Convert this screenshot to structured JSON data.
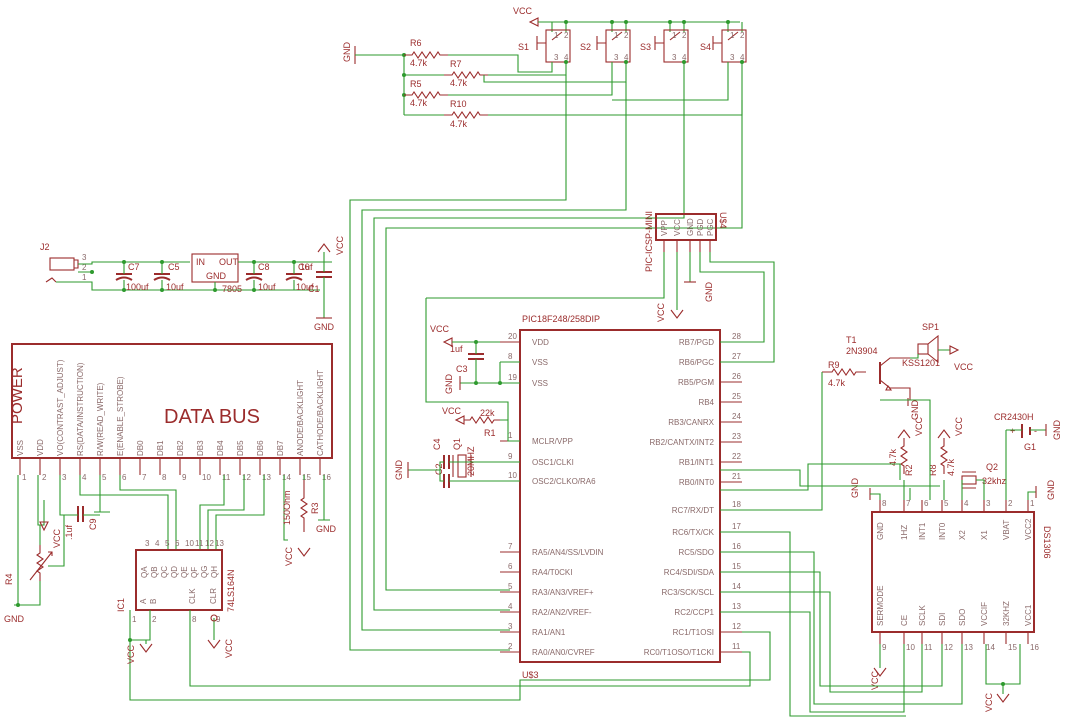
{
  "header": {
    "lcd_power": "POWER",
    "lcd_bus": "DATA BUS",
    "icsp_part": "PIC-ICSP-MINI",
    "icsp_ref": "U$4",
    "mcu_part": "PIC18F248/258DIP",
    "mcu_ref": "U$3",
    "rtc_part": "DS1306",
    "sr_part": "74LS164N",
    "sr_ref": "IC1",
    "vreg_part": "7805"
  },
  "labels": {
    "vcc": "VCC",
    "gnd": "GND",
    "j2": "J2",
    "jack_pins": [
      "3",
      "2",
      "1"
    ],
    "vreg_in": "IN",
    "vreg_out": "OUT",
    "vreg_gnd": "GND",
    "c7": "C7",
    "c7v": "100uf",
    "c5": "C5",
    "c5v": "10uf",
    "c8": "C8",
    "c8v": "10uf",
    "c6": "C6",
    "c6v": "10uf",
    "c1": "C1",
    "c1v": "1uf",
    "c3": "C3",
    "c3v": "1uf",
    "c2": "C2",
    "c4": "C4",
    "q1": "Q1",
    "q1v": "20MHZ",
    "q2": "Q2",
    "q2v": "32khz",
    "c9": "C9",
    "c9v": ".1uf",
    "r1": "R1",
    "r1v": "22k",
    "r2": "R2",
    "r2v": "4.7k",
    "r3": "R3",
    "r3v": "150Ohm",
    "r4": "R4",
    "r8": "R8",
    "r8v": "4.7k",
    "r9": "R9",
    "r9v": "4.7k",
    "r5": "R5",
    "r5v": "4.7k",
    "r6": "R6",
    "r6v": "4.7k",
    "r7": "R7",
    "r7v": "4.7k",
    "r10": "R10",
    "r10v": "4.7k",
    "t1": "T1",
    "t1v": "2N3904",
    "sp1": "SP1",
    "sp1v": "KSS1201",
    "g1": "G1",
    "g1v": "CR2430H",
    "g1_plus": "+",
    "g1_minus": "-",
    "switches": [
      "S1",
      "S2",
      "S3",
      "S4"
    ],
    "sw_pins": [
      "1",
      "2",
      "3",
      "4"
    ]
  },
  "lcd": {
    "pins": [
      {
        "name": "VSS",
        "num": "1"
      },
      {
        "name": "VDD",
        "num": "2"
      },
      {
        "name": "VO(CONTRAST_ADJUST)",
        "num": "3"
      },
      {
        "name": "RS(DATA/INSTRUCTION)",
        "num": "4"
      },
      {
        "name": "R/W(READ_WRITE)",
        "num": "5"
      },
      {
        "name": "E(ENABLE_STROBE)",
        "num": "6"
      },
      {
        "name": "DB0",
        "num": "7"
      },
      {
        "name": "DB1",
        "num": "8"
      },
      {
        "name": "DB2",
        "num": "9"
      },
      {
        "name": "DB3",
        "num": "10"
      },
      {
        "name": "DB4",
        "num": "11"
      },
      {
        "name": "DB5",
        "num": "12"
      },
      {
        "name": "DB6",
        "num": "13"
      },
      {
        "name": "DB7",
        "num": "14"
      },
      {
        "name": "ANODE/BACKLIGHT",
        "num": "15"
      },
      {
        "name": "CATHODE/BACKLIGHT",
        "num": "16"
      }
    ]
  },
  "icsp": {
    "pins": [
      "VPP",
      "VCC",
      "GND",
      "PGD",
      "PGC"
    ]
  },
  "mcu": {
    "left": [
      {
        "name": "VDD",
        "num": "20"
      },
      {
        "name": "VSS",
        "num": "8"
      },
      {
        "name": "VSS",
        "num": "19"
      },
      {
        "name": "MCLR/VPP",
        "num": "1"
      },
      {
        "name": "OSC1/CLKI",
        "num": "9"
      },
      {
        "name": "OSC2/CLKO/RA6",
        "num": "10"
      },
      {
        "name": "RA5/AN4/SS/LVDIN",
        "num": "7"
      },
      {
        "name": "RA4/T0CKI",
        "num": "6"
      },
      {
        "name": "RA3/AN3/VREF+",
        "num": "5"
      },
      {
        "name": "RA2/AN2/VREF-",
        "num": "4"
      },
      {
        "name": "RA1/AN1",
        "num": "3"
      },
      {
        "name": "RA0/AN0/CVREF",
        "num": "2"
      }
    ],
    "right": [
      {
        "name": "RB7/PGD",
        "num": "28"
      },
      {
        "name": "RB6/PGC",
        "num": "27"
      },
      {
        "name": "RB5/PGM",
        "num": "26"
      },
      {
        "name": "RB4",
        "num": "25"
      },
      {
        "name": "RB3/CANRX",
        "num": "24"
      },
      {
        "name": "RB2/CANTX/INT2",
        "num": "23"
      },
      {
        "name": "RB1/INT1",
        "num": "22"
      },
      {
        "name": "RB0/INT0",
        "num": "21"
      },
      {
        "name": "RC7/RX/DT",
        "num": "18"
      },
      {
        "name": "RC6/TX/CK",
        "num": "17"
      },
      {
        "name": "RC5/SDO",
        "num": "16"
      },
      {
        "name": "RC4/SDI/SDA",
        "num": "15"
      },
      {
        "name": "RC3/SCK/SCL",
        "num": "14"
      },
      {
        "name": "RC2/CCP1",
        "num": "13"
      },
      {
        "name": "RC1/T1OSI",
        "num": "12"
      },
      {
        "name": "RC0/T1OSO/T1CKI",
        "num": "11"
      }
    ]
  },
  "rtc": {
    "top": [
      {
        "name": "GND",
        "num": "8"
      },
      {
        "name": "1HZ",
        "num": "7"
      },
      {
        "name": "INT1",
        "num": "6"
      },
      {
        "name": "INT0",
        "num": "5"
      },
      {
        "name": "X2",
        "num": "4"
      },
      {
        "name": "X1",
        "num": "3"
      },
      {
        "name": "VBAT",
        "num": "2"
      },
      {
        "name": "VCC2",
        "num": "1"
      }
    ],
    "bottom": [
      {
        "name": "SERMODE",
        "num": "9"
      },
      {
        "name": "CE",
        "num": "10"
      },
      {
        "name": "SCLK",
        "num": "11"
      },
      {
        "name": "SDI",
        "num": "12"
      },
      {
        "name": "SDO",
        "num": "13"
      },
      {
        "name": "VCCIF",
        "num": "14"
      },
      {
        "name": "32KHZ",
        "num": "15"
      },
      {
        "name": "VCC1",
        "num": "16"
      }
    ]
  },
  "sr": {
    "outputs": [
      "QA",
      "QB",
      "QC",
      "QD",
      "QE",
      "QF",
      "QG",
      "QH"
    ],
    "output_nums": [
      "3",
      "4",
      "5",
      "6",
      "10",
      "11",
      "12",
      "13"
    ],
    "inputs": [
      "A",
      "B",
      "CLK",
      "CLR"
    ],
    "input_nums": [
      "1",
      "2",
      "8",
      "9"
    ]
  },
  "colors": {
    "wire": "#2e9a2e",
    "part": "#9b2c2c",
    "background": "#ffffff"
  }
}
